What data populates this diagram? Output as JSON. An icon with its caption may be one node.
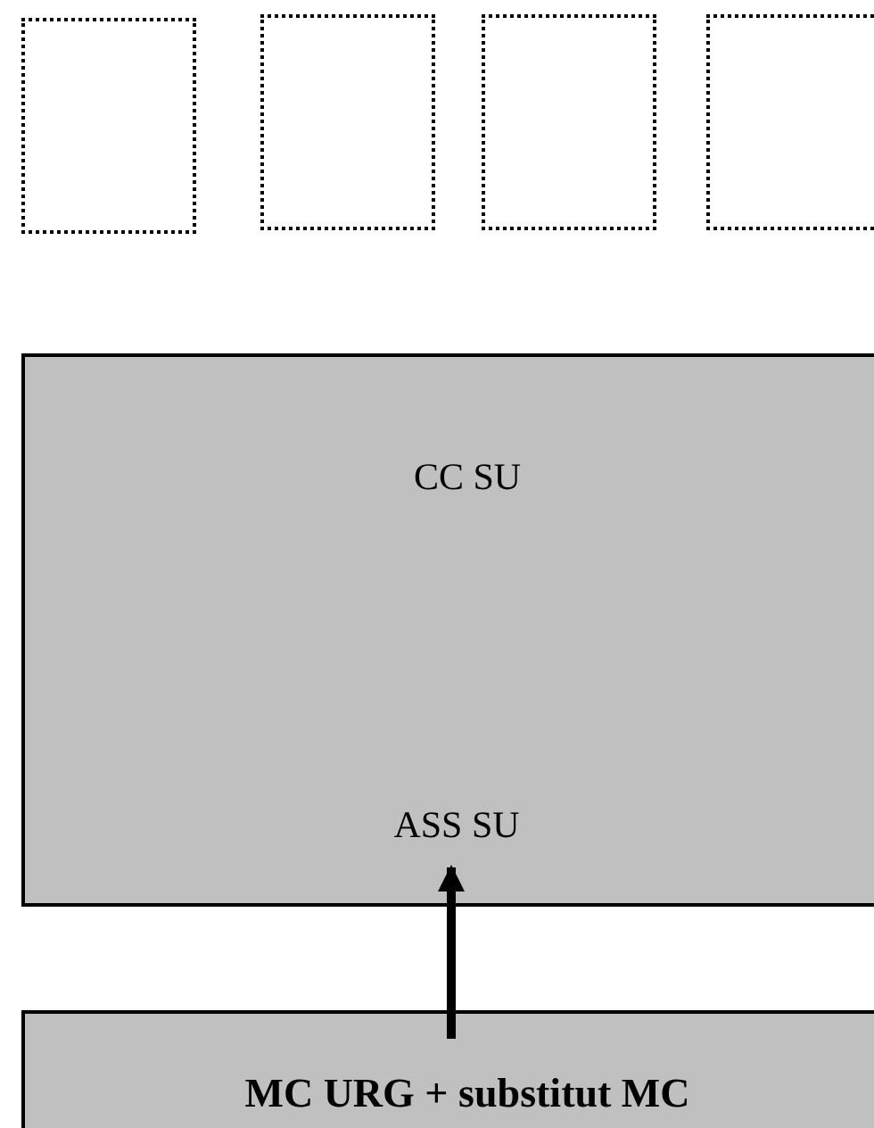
{
  "diagram": {
    "nodes": [
      {
        "text": [],
        "shape": "box"
      },
      {
        "text": [],
        "shape": "box"
      },
      {
        "text": [],
        "shape": "box"
      },
      {
        "text": [],
        "shape": "box"
      },
      {
        "text": [
          "CC SU"
        ]
      },
      {
        "text": [
          "ASS SU"
        ],
        "in": 4
      },
      {
        "text": [
          "MC URG + substitut MC"
        ]
      }
    ],
    "edges": [
      {
        "from": 6,
        "to": 5,
        "arrow": "to"
      }
    ]
  }
}
